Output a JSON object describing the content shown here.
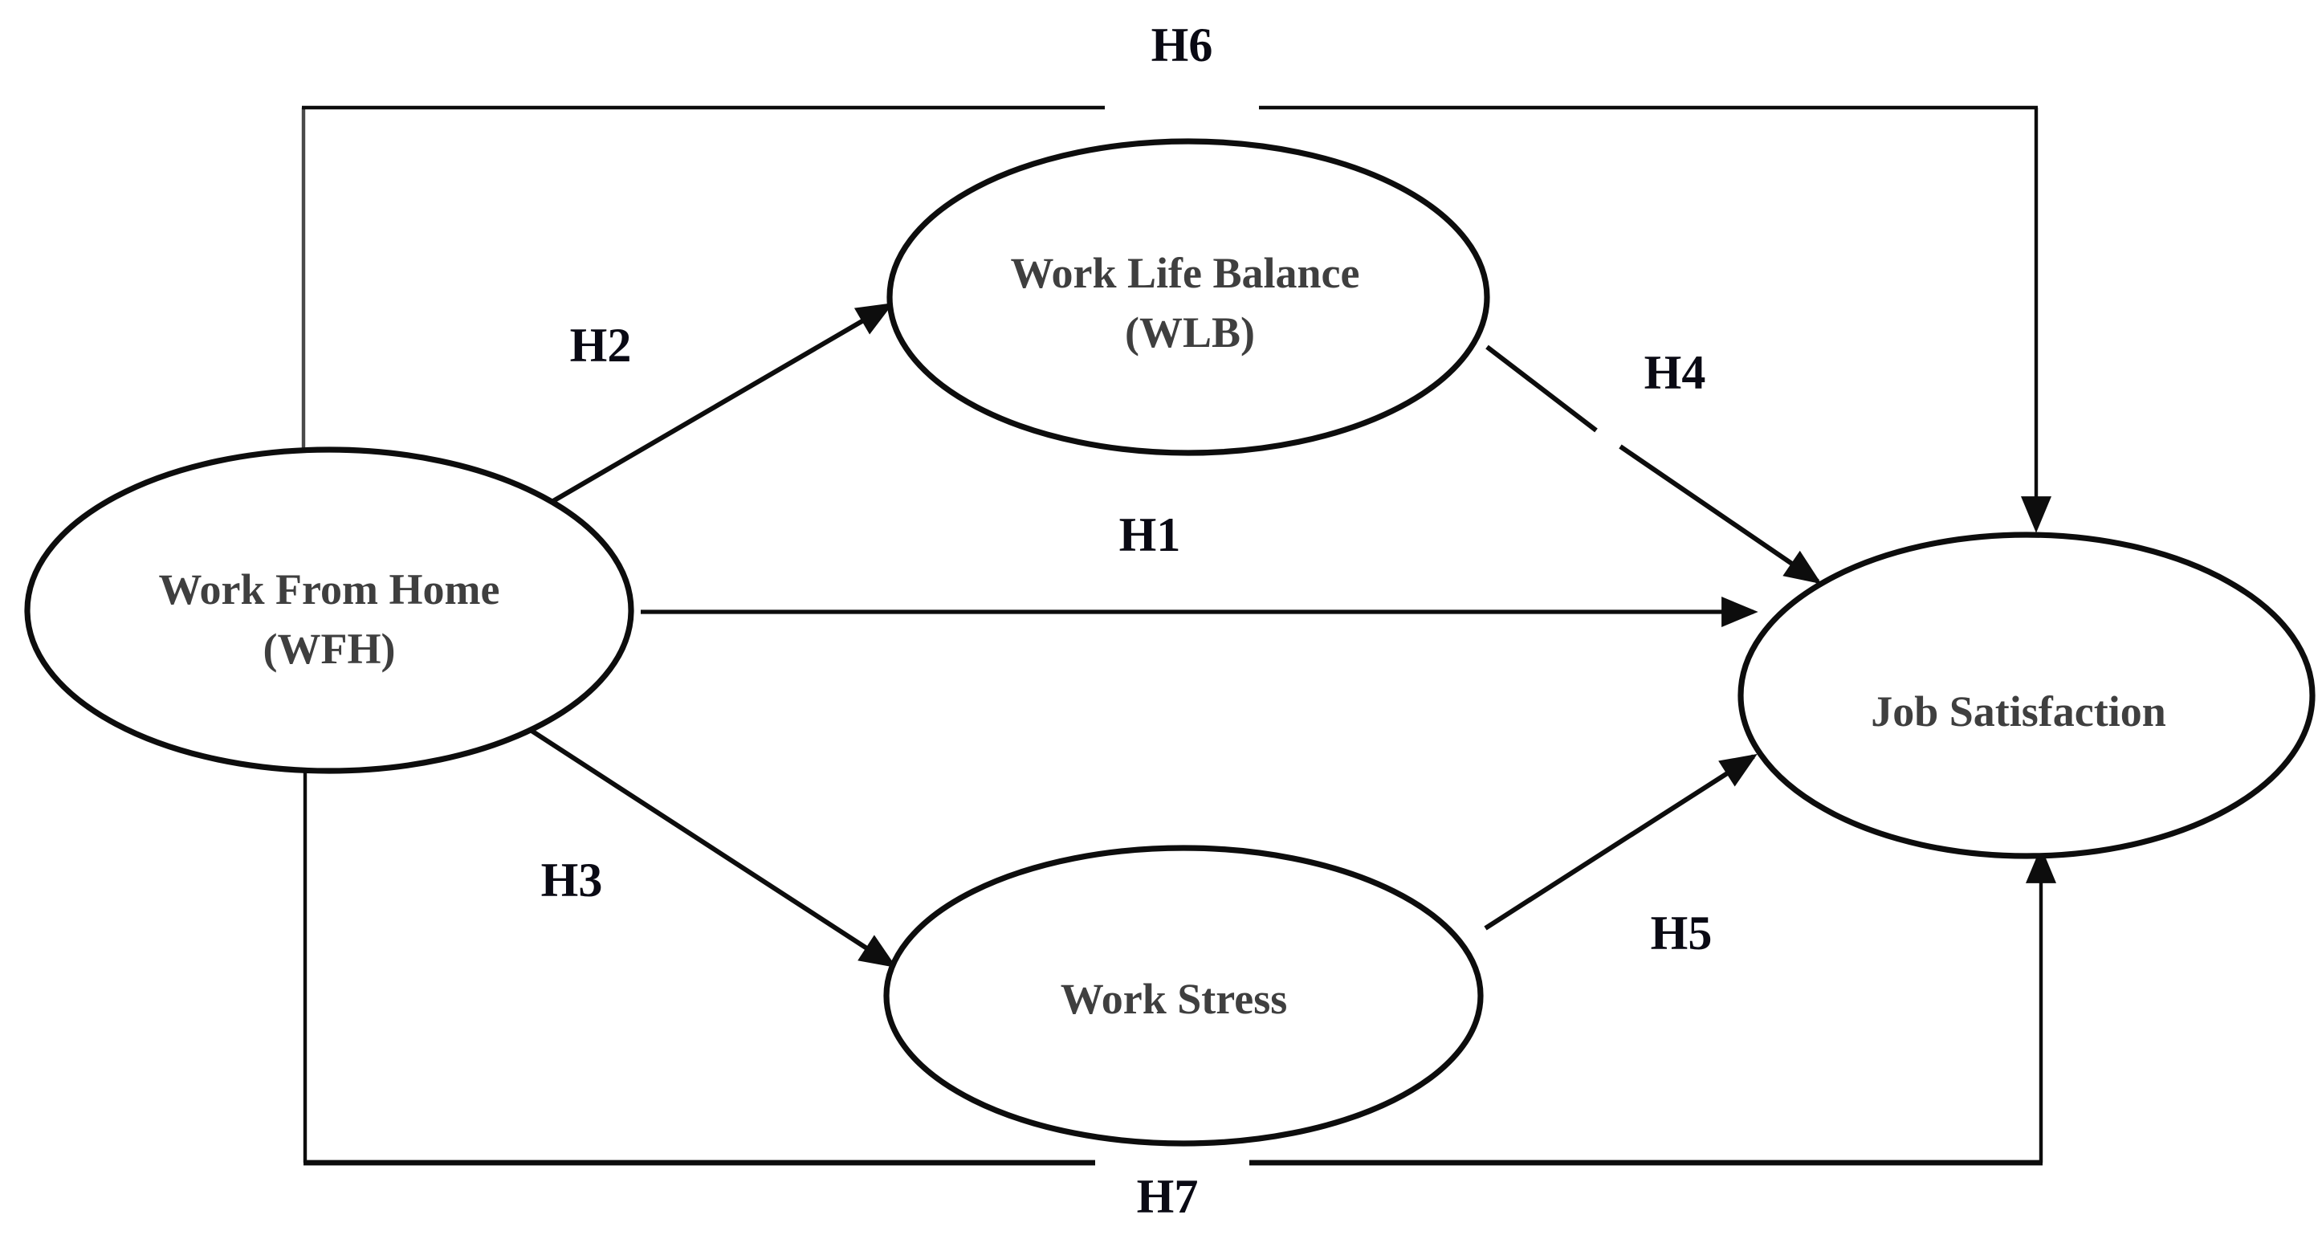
{
  "diagram": {
    "background": "#ffffff",
    "stroke_color": "#0d0d0d",
    "node_text_color": "#3f3f3f",
    "hypothesis_text_color": "#0a0a14",
    "nodes": [
      {
        "id": "wfh",
        "line1": "Work From Home",
        "line2": "(WFH)"
      },
      {
        "id": "wlb",
        "line1": "Work Life Balance",
        "line2": "(WLB)"
      },
      {
        "id": "work-stress",
        "line1": "Work Stress",
        "line2": ""
      },
      {
        "id": "job-satisfaction",
        "line1": "Job Satisfaction",
        "line2": ""
      }
    ],
    "edges": [
      {
        "id": "H1",
        "label": "H1",
        "from": "Work From Home (WFH)",
        "to": "Job Satisfaction"
      },
      {
        "id": "H2",
        "label": "H2",
        "from": "Work From Home (WFH)",
        "to": "Work Life Balance (WLB)"
      },
      {
        "id": "H3",
        "label": "H3",
        "from": "Work From Home (WFH)",
        "to": "Work Stress"
      },
      {
        "id": "H4",
        "label": "H4",
        "from": "Work Life Balance (WLB)",
        "to": "Job Satisfaction"
      },
      {
        "id": "H5",
        "label": "H5",
        "from": "Work Stress",
        "to": "Job Satisfaction"
      },
      {
        "id": "H6",
        "label": "H6",
        "from": "Work From Home (WFH)",
        "to": "Job Satisfaction"
      },
      {
        "id": "H7",
        "label": "H7",
        "from": "Work From Home (WFH)",
        "to": "Job Satisfaction"
      }
    ]
  }
}
